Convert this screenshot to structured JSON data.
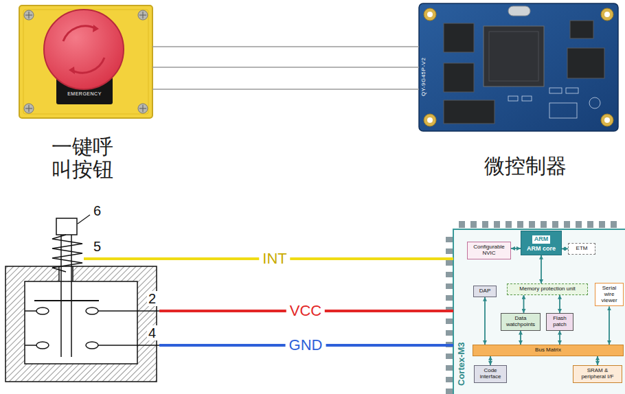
{
  "diagram": {
    "nodes": [
      {
        "text": [
          "一键呼叫按钮"
        ]
      },
      {
        "text": [
          "微控制器"
        ]
      },
      {
        "text": [
          "6",
          "5",
          "2",
          "4"
        ]
      },
      {
        "text": [
          "Cortex-M3"
        ]
      },
      {
        "text": [
          "Configurable NVIC"
        ],
        "in": 3
      },
      {
        "text": [
          "ARM",
          "ARM core"
        ],
        "in": 3
      },
      {
        "text": [
          "ETM"
        ],
        "in": 3
      },
      {
        "text": [
          "DAP"
        ],
        "in": 3
      },
      {
        "text": [
          "Memory protection unit"
        ],
        "in": 3
      },
      {
        "text": [
          "Serial wire viewer"
        ],
        "in": 3
      },
      {
        "text": [
          "Data watchpoints"
        ],
        "in": 3
      },
      {
        "text": [
          "Flash patch"
        ],
        "in": 3
      },
      {
        "text": [
          "Bus Matrix"
        ],
        "in": 3
      },
      {
        "text": [
          "Code interface"
        ],
        "in": 3
      },
      {
        "text": [
          "SRAM & peripheral I/F"
        ],
        "in": 3
      }
    ],
    "edges": [
      {
        "from": 0,
        "to": 1,
        "arrow": "none"
      },
      {
        "from": 0,
        "to": 1,
        "arrow": "none"
      },
      {
        "from": 0,
        "to": 1,
        "arrow": "none"
      },
      {
        "from": 2,
        "to": 3,
        "label": "INT",
        "arrow": "none"
      },
      {
        "from": 2,
        "to": 3,
        "label": "VCC",
        "arrow": "none"
      },
      {
        "from": 2,
        "to": 3,
        "label": "GND",
        "arrow": "none"
      },
      {
        "from": 4,
        "to": 5,
        "arrow": "both"
      },
      {
        "from": 5,
        "to": 6,
        "arrow": "both"
      },
      {
        "from": 5,
        "to": 8,
        "arrow": "both"
      },
      {
        "from": 8,
        "to": 10,
        "arrow": "both"
      },
      {
        "from": 8,
        "to": 11,
        "arrow": "both"
      },
      {
        "from": 7,
        "to": 12,
        "arrow": "both"
      },
      {
        "from": 10,
        "to": 12,
        "arrow": "both"
      },
      {
        "from": 11,
        "to": 12,
        "arrow": "both"
      },
      {
        "from": 9,
        "to": 12,
        "arrow": "both"
      },
      {
        "from": 12,
        "to": 13,
        "arrow": "both"
      },
      {
        "from": 12,
        "to": 14,
        "arrow": "both"
      }
    ],
    "labels": [
      "EMERGENCY",
      "QY-9G45P-V2"
    ]
  }
}
